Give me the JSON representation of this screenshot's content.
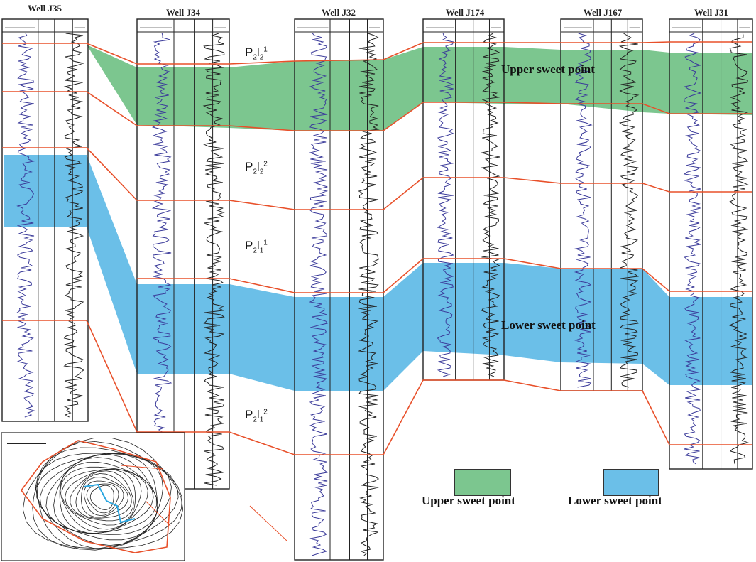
{
  "wells": [
    {
      "id": "j35",
      "name": "Well J35"
    },
    {
      "id": "j34",
      "name": "Well J34"
    },
    {
      "id": "j32",
      "name": "Well J32"
    },
    {
      "id": "j174",
      "name": "Well J174"
    },
    {
      "id": "j167",
      "name": "Well J167"
    },
    {
      "id": "j31",
      "name": "Well J31"
    }
  ],
  "zones": [
    {
      "base": "P",
      "s1": "2",
      "mid": "l",
      "s2": "2",
      "sup": "1"
    },
    {
      "base": "P",
      "s1": "2",
      "mid": "l",
      "s2": "2",
      "sup": "2"
    },
    {
      "base": "P",
      "s1": "2",
      "mid": "l",
      "s2": "1",
      "sup": "1"
    },
    {
      "base": "P",
      "s1": "2",
      "mid": "l",
      "s2": "1",
      "sup": "2"
    }
  ],
  "bands": {
    "upper": "Upper sweet point",
    "lower": "Lower sweet point"
  },
  "legend": {
    "upper": "Upper sweet point",
    "lower": "Lower sweet point"
  },
  "colors": {
    "upper": "#7cc68f",
    "lower": "#6bbfe8",
    "correlation": "#e8502a",
    "gr_curve": "#3b3b9a",
    "res_curve": "#222222"
  }
}
